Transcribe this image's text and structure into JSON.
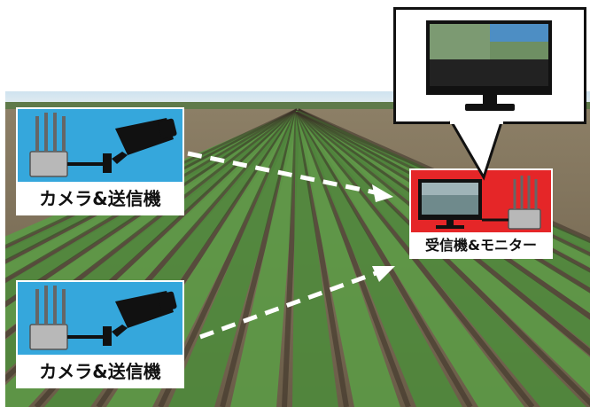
{
  "cards": [
    {
      "label": "カメラ&送信機"
    },
    {
      "label": "カメラ&送信機"
    }
  ],
  "receiver": {
    "label": "受信機&モニター"
  },
  "icons": {
    "camera": "security-camera-icon",
    "transmitter": "antenna-transmitter-icon",
    "monitor": "monitor-icon"
  },
  "colors": {
    "card_bg": "#35a7dc",
    "receiver_bg": "#e52628",
    "arrow": "#ffffff",
    "outline": "#111111"
  }
}
